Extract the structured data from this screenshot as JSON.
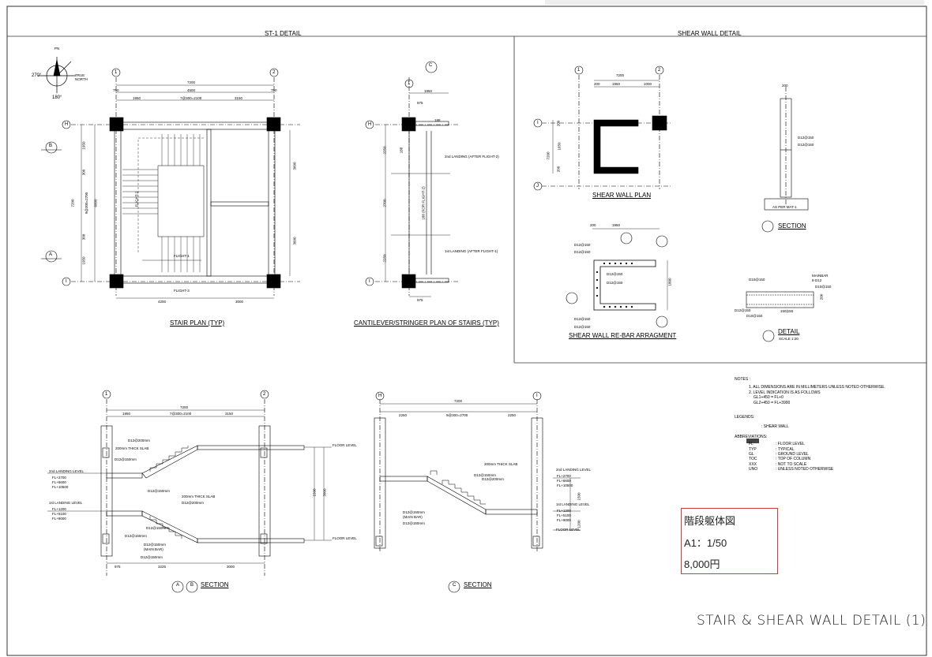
{
  "titles": {
    "st1_detail": "ST-1 DETAIL",
    "shear_wall_detail": "SHEAR WALL DETAIL",
    "stair_plan": "STAIR PLAN (TYP)",
    "cantilever_plan": "CANTILEVER/STRINGER PLAN OF STAIRS (TYP)",
    "shear_wall_plan": "SHEAR WALL PLAN",
    "shear_wall_rebar": "SHEAR WALL RE-BAR ARRAGMENT",
    "section_d": "SECTION",
    "detail": "DETAIL",
    "detail_scale": "SCALE 1:20",
    "section_ab": "SECTION",
    "section_c": "SECTION"
  },
  "north_arrow": {
    "pn": "PN",
    "deg_270": "270°",
    "deg_180": "180°",
    "true_north": "TRUE NORTH"
  },
  "stair_plan": {
    "grid": [
      "1",
      "2",
      "H",
      "I"
    ],
    "dims_top": [
      "7200",
      "750",
      "4500",
      "750",
      "1950",
      "7@300=2100",
      "3150"
    ],
    "dims_left": [
      "7200",
      "1950",
      "9@300=2700",
      "300",
      "6000",
      "1950",
      "300"
    ],
    "dims_right": [
      "3600",
      "3600"
    ],
    "dims_bottom": [
      "4200",
      "3000"
    ],
    "flights": [
      "FLIGHT-1",
      "FLIGHT-2",
      "FLIGHT-3"
    ],
    "markers": [
      "B",
      "A"
    ]
  },
  "cantilever_plan": {
    "grid": [
      "1",
      "H",
      "I",
      "C"
    ],
    "dims": [
      "1950",
      "975",
      "188",
      "2250",
      "188",
      "2700",
      "2250",
      "975"
    ],
    "landing_2": "2nd LANDING (AFTER FLIGHT-2)",
    "landing_1": "1st LANDING (AFTER FLIGHT-1)",
    "center": "188 (FOR FLIGHT-2)"
  },
  "shear_wall_plan": {
    "grid": [
      "1",
      "2",
      "I",
      "J"
    ],
    "dims": [
      "7200",
      "200",
      "1950",
      "1000",
      "200",
      "1650",
      "7200",
      "200"
    ]
  },
  "rebar": {
    "dims": [
      "200",
      "1950",
      "1800"
    ],
    "labels": [
      "D12@150",
      "D12@150",
      "D12@150",
      "D12@150",
      "D12@150",
      "D12@150"
    ]
  },
  "section_d": {
    "labels": [
      "200",
      "D12@150",
      "D12@150",
      "AS PER MAT-1"
    ]
  },
  "detail": {
    "labels": [
      "D10@150",
      "MAINBAR",
      "8-D12",
      "D10@150",
      "D12@150",
      "D10@150",
      "200",
      "150|150"
    ]
  },
  "notes": {
    "heading": "NOTES :",
    "items": [
      "1. ALL DIMENSIONS ARE IN MILLIMETERS UNLESS NOTED OTHERWISE.",
      "2. LEVEL INDICATION IS AS FOLLOWS",
      "GL1+450 = FL+0",
      "GL2+450 = FL+3900"
    ],
    "legends_heading": "LEGENDS:",
    "legend_item": ": SHEAR WALL",
    "abbrev_heading": "ABBREVIATIONS:",
    "abbreviations": [
      [
        "FL",
        ": FLOOR LEVEL"
      ],
      [
        "TYP",
        ": TYPICAL"
      ],
      [
        "GL",
        ": GROUND LEVEL"
      ],
      [
        "TOC",
        ": TOP OF COLUMN"
      ],
      [
        "XXX",
        ": NOT TO SCALE"
      ],
      [
        "UNO",
        ": UNLESS NOTED OTHERWISE"
      ]
    ]
  },
  "section_ab": {
    "grid": [
      "1",
      "2"
    ],
    "dims_top": [
      "7200",
      "1950",
      "7@300=2100",
      "3150"
    ],
    "dims_bottom": [
      "975",
      "3225",
      "3000"
    ],
    "levels": {
      "landing2": "2nd LANDING LEVEL",
      "landing2_fl": [
        "FL+2700",
        "FL+6600",
        "FL+10500"
      ],
      "landing1": "1st LANDING LEVEL",
      "landing1_fl": [
        "FL+1200",
        "FL+5100",
        "FL+9000"
      ],
      "floor": "FLOOR LEVEL"
    },
    "callouts": [
      "D12@200mm",
      "200mm THICK SLAB",
      "D12@150mm",
      "D12@150mm",
      "200mm THICK SLAB",
      "D12@200mm",
      "D12@150mm",
      "D12@150mm",
      "D12@150mm (MAIN BAR)",
      "D12@150mm"
    ],
    "right_dims": [
      "1500",
      "3900"
    ],
    "markers": [
      "A",
      "B"
    ]
  },
  "section_c": {
    "grid": [
      "H",
      "I"
    ],
    "dims_top": [
      "7200",
      "2250",
      "9@300=2700",
      "2250"
    ],
    "levels": {
      "landing2": "2nd LANDING LEVEL",
      "landing2_fl": [
        "FL+2700",
        "FL+6600",
        "FL+10500"
      ],
      "landing1": "1st LANDING LEVEL",
      "landing1_fl": [
        "FL+1200",
        "FL+5100",
        "FL+9000"
      ],
      "floor": "FLOOR LEVEL"
    },
    "callouts": [
      "200mm THICK SLAB",
      "D12@150mm",
      "D12@200mm",
      "D12@150mm (MAIN BAR)",
      "D12@150mm"
    ],
    "right_dims": [
      "1500",
      "1200"
    ],
    "marker": "C"
  },
  "stamp": {
    "line1": "階段躯体図",
    "line2": "A1：1/50",
    "line3": "8,000円"
  },
  "sheet_title": "STAIR & SHEAR WALL DETAIL (1)"
}
